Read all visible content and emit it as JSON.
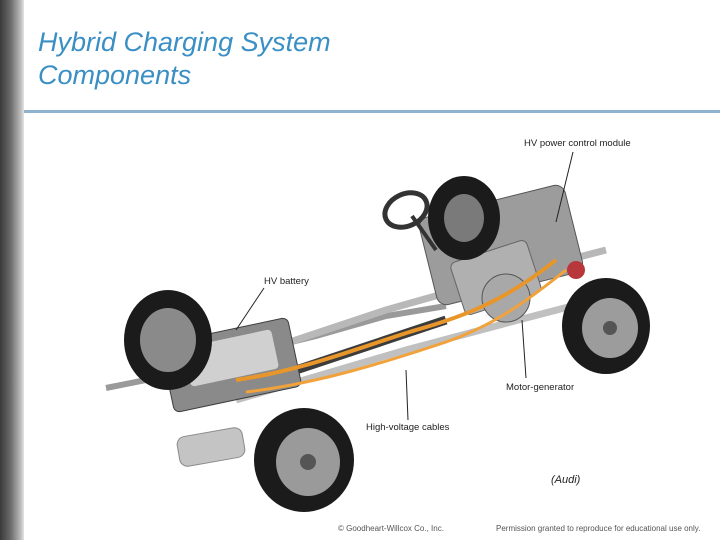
{
  "slide": {
    "title_line1": "Hybrid Charging System",
    "title_line2": "Components"
  },
  "figure": {
    "callouts": {
      "hv_power_control_module": "HV power control module",
      "hv_battery": "HV battery",
      "motor_generator": "Motor-generator",
      "high_voltage_cables": "High-voltage cables"
    },
    "credit": "(Audi)"
  },
  "footer": {
    "copyright": "© Goodheart-Willcox Co., Inc.",
    "permission": "Permission granted to reproduce for educational use only."
  },
  "colors": {
    "title": "#3a8fc4",
    "rule": "#8fb3cf",
    "hv_cable": "#e8962a",
    "tire": "#1b1b1b"
  }
}
